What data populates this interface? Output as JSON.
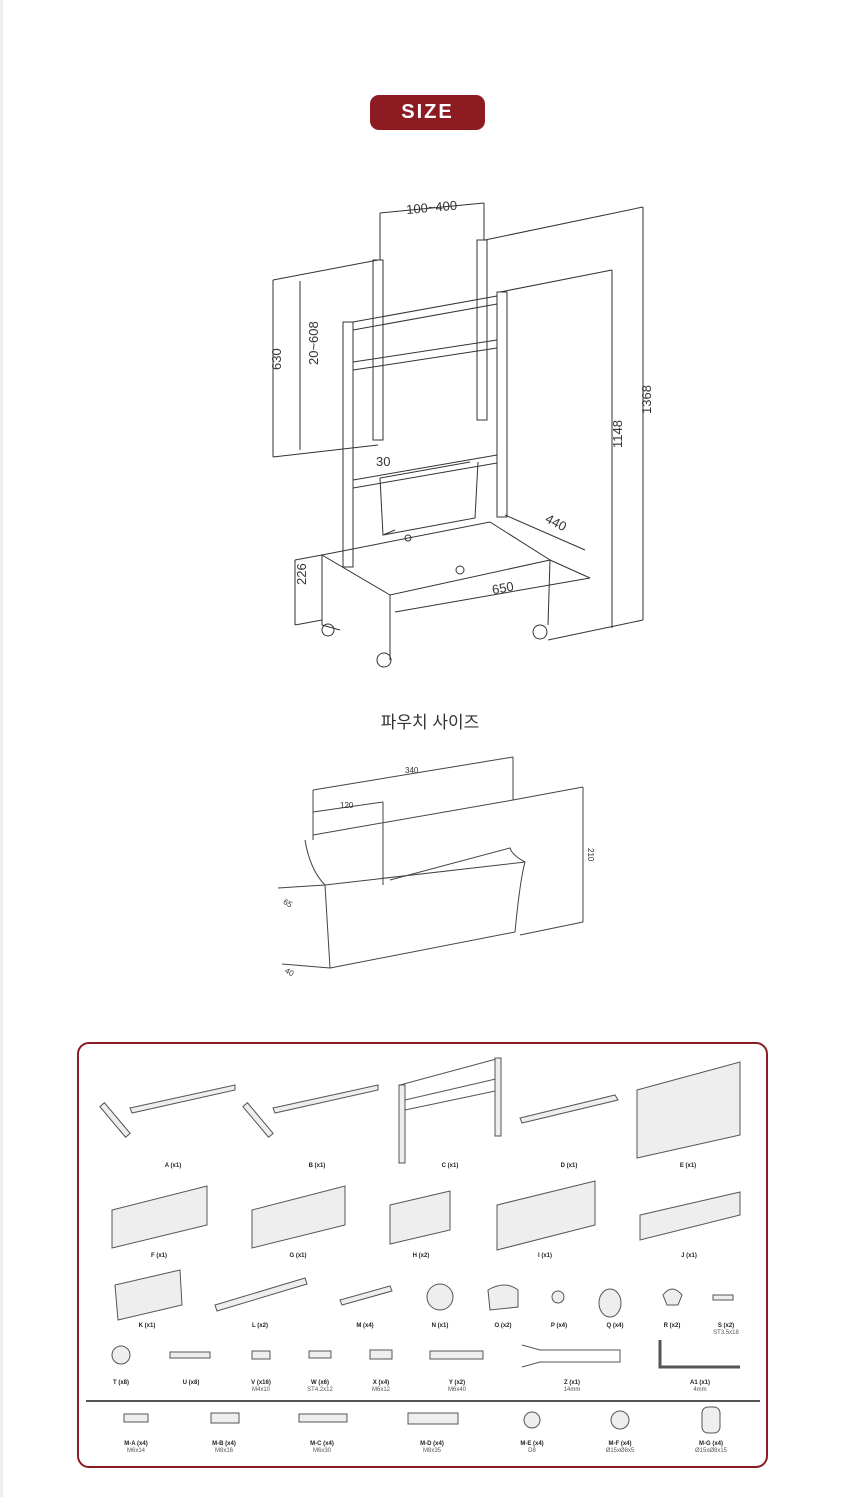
{
  "header": {
    "badge": "SIZE"
  },
  "stand_dimensions": {
    "vesa_width": "100~400",
    "height_630": "630",
    "vesa_height": "20~608",
    "offset": "30",
    "height_1148": "1148",
    "height_1368": "1368",
    "depth": "440",
    "width": "650",
    "base_height": "226"
  },
  "pouch": {
    "title": "파우치 사이즈",
    "width": "340",
    "inner": "120",
    "height": "210",
    "depth": "65",
    "bottom": "40"
  },
  "parts": {
    "row1": [
      {
        "name": "A (x1)"
      },
      {
        "name": "B (x1)"
      },
      {
        "name": "C (x1)"
      },
      {
        "name": "D (x1)"
      },
      {
        "name": "E (x1)"
      }
    ],
    "row2": [
      {
        "name": "F (x1)"
      },
      {
        "name": "G (x1)"
      },
      {
        "name": "H (x2)"
      },
      {
        "name": "I (x1)"
      },
      {
        "name": "J (x1)"
      }
    ],
    "row3": [
      {
        "name": "K (x1)"
      },
      {
        "name": "L (x2)"
      },
      {
        "name": "M (x4)"
      },
      {
        "name": "N (x1)"
      },
      {
        "name": "O (x2)"
      },
      {
        "name": "P (x4)"
      },
      {
        "name": "Q (x4)"
      },
      {
        "name": "R (x2)"
      },
      {
        "name": "S (x2)",
        "spec": "ST3.5x18"
      }
    ],
    "row4": [
      {
        "name": "T (x8)"
      },
      {
        "name": "U (x8)"
      },
      {
        "name": "V (x16)",
        "spec": "M4x10"
      },
      {
        "name": "W (x6)",
        "spec": "ST4.2x12"
      },
      {
        "name": "X (x4)",
        "spec": "M6x12"
      },
      {
        "name": "Y (x2)",
        "spec": "M6x40"
      },
      {
        "name": "Z (x1)",
        "spec": "14mm"
      },
      {
        "name": "A1 (x1)",
        "spec": "4mm"
      }
    ],
    "row5": [
      {
        "name": "M-A (x4)",
        "spec": "M6x14"
      },
      {
        "name": "M-B (x4)",
        "spec": "M8x16"
      },
      {
        "name": "M-C (x4)",
        "spec": "M6x30"
      },
      {
        "name": "M-D (x4)",
        "spec": "M8x35"
      },
      {
        "name": "M-E (x4)",
        "spec": "D8"
      },
      {
        "name": "M-F (x4)",
        "spec": "Ø15xØ8x5"
      },
      {
        "name": "M-G (x4)",
        "spec": "Ø15xØ8x15"
      }
    ]
  },
  "colors": {
    "accent": "#8c1b22"
  }
}
